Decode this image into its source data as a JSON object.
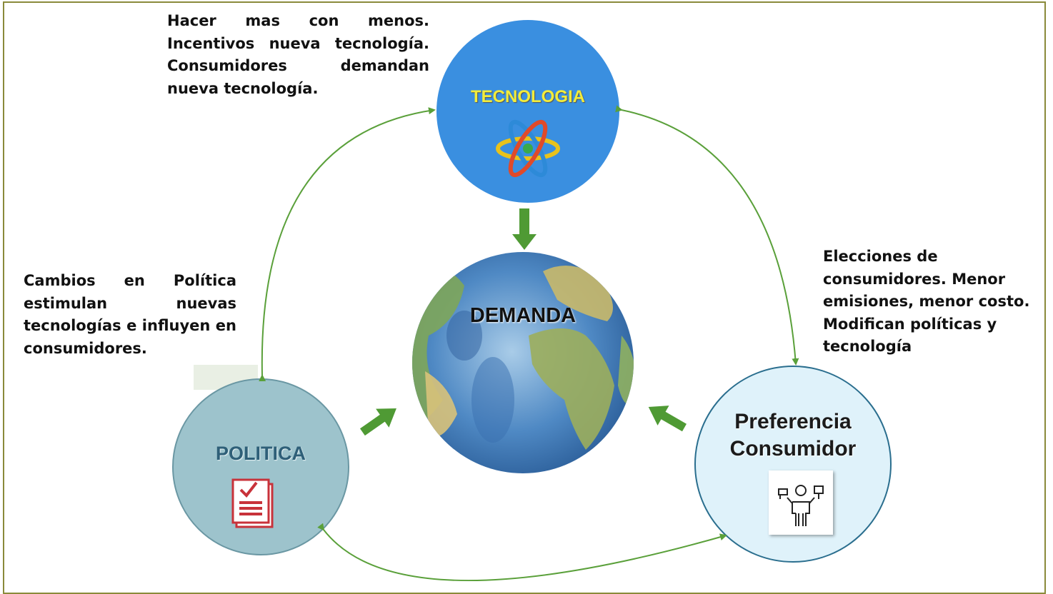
{
  "nodes": {
    "tecnologia": {
      "label": "TECNOLOGIA",
      "color": "#3a8fe0",
      "label_color": "#f2ec3a"
    },
    "demanda": {
      "label": "DEMANDA"
    },
    "politica": {
      "label": "POLITICA",
      "color": "#9dc3cc",
      "label_color": "#2e5f78"
    },
    "preferencia": {
      "label_line1": "Preferencia",
      "label_line2": "Consumidor",
      "color": "#dff2fa",
      "border": "#2a6e8e"
    }
  },
  "texts": {
    "tecnologia": "Hacer mas con menos. Incentivos nueva tecnología. Consumidores demandan nueva tecnología.",
    "politica": "Cambios en Política estimulan nuevas tecnologías e influyen en consumidores.",
    "preferencia": "Elecciones de consumidores. Menor emisiones, menor costo. Modifican políticas y tecnología"
  },
  "colors": {
    "arrow": "#5aa03a",
    "block_arrow": "#4f9a34",
    "frame": "#8a8a3a"
  },
  "icons": [
    "atom-icon",
    "document-check-icon",
    "consumer-choice-icon",
    "globe-icon"
  ]
}
